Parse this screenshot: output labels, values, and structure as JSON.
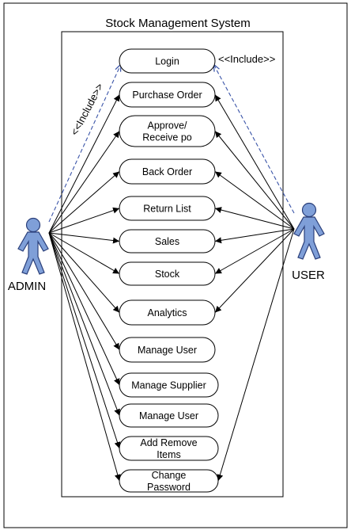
{
  "title": "Stock Management System",
  "actors": {
    "admin": "ADMIN",
    "user": "USER"
  },
  "include_label": "<<Include>>",
  "use_cases": [
    {
      "id": "login",
      "lines": [
        "Login"
      ]
    },
    {
      "id": "purchase-order",
      "lines": [
        "Purchase Order"
      ]
    },
    {
      "id": "approve-receive-po",
      "lines": [
        "Approve/",
        "Receive po"
      ]
    },
    {
      "id": "back-order",
      "lines": [
        "Back Order"
      ]
    },
    {
      "id": "return-list",
      "lines": [
        "Return List"
      ]
    },
    {
      "id": "sales",
      "lines": [
        "Sales"
      ]
    },
    {
      "id": "stock",
      "lines": [
        "Stock"
      ]
    },
    {
      "id": "analytics",
      "lines": [
        "Analytics"
      ]
    },
    {
      "id": "manage-user-1",
      "lines": [
        "Manage User"
      ]
    },
    {
      "id": "manage-supplier",
      "lines": [
        "Manage Supplier"
      ]
    },
    {
      "id": "manage-user-2",
      "lines": [
        "Manage User"
      ]
    },
    {
      "id": "add-remove-items",
      "lines": [
        "Add Remove",
        "Items"
      ]
    },
    {
      "id": "change-password",
      "lines": [
        "Change",
        "Password"
      ]
    }
  ],
  "colors": {
    "actor_fill": "#7f9fd8",
    "include_line": "#3a54a8"
  }
}
